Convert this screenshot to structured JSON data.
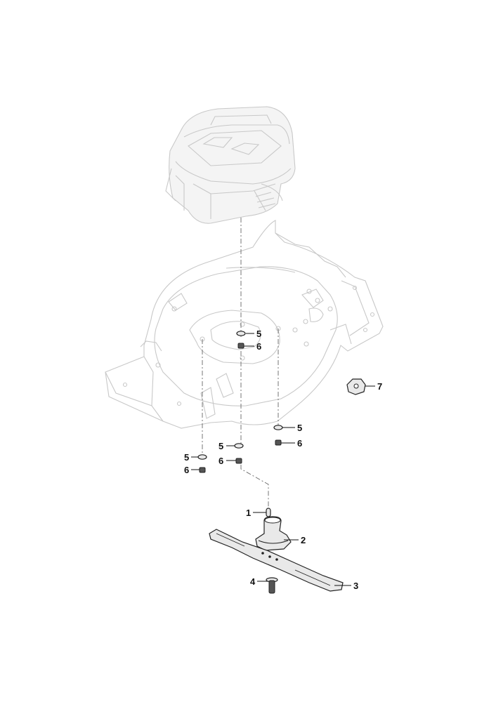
{
  "callouts": {
    "c1": "1",
    "c2": "2",
    "c3": "3",
    "c4": "4",
    "c5a": "5",
    "c5b": "5",
    "c5c": "5",
    "c5d": "5",
    "c6a": "6",
    "c6b": "6",
    "c6c": "6",
    "c6d": "6",
    "c7": "7"
  },
  "colors": {
    "ghost_outline": "#c8c8c8",
    "part_outline": "#222222",
    "background": "#ffffff"
  }
}
